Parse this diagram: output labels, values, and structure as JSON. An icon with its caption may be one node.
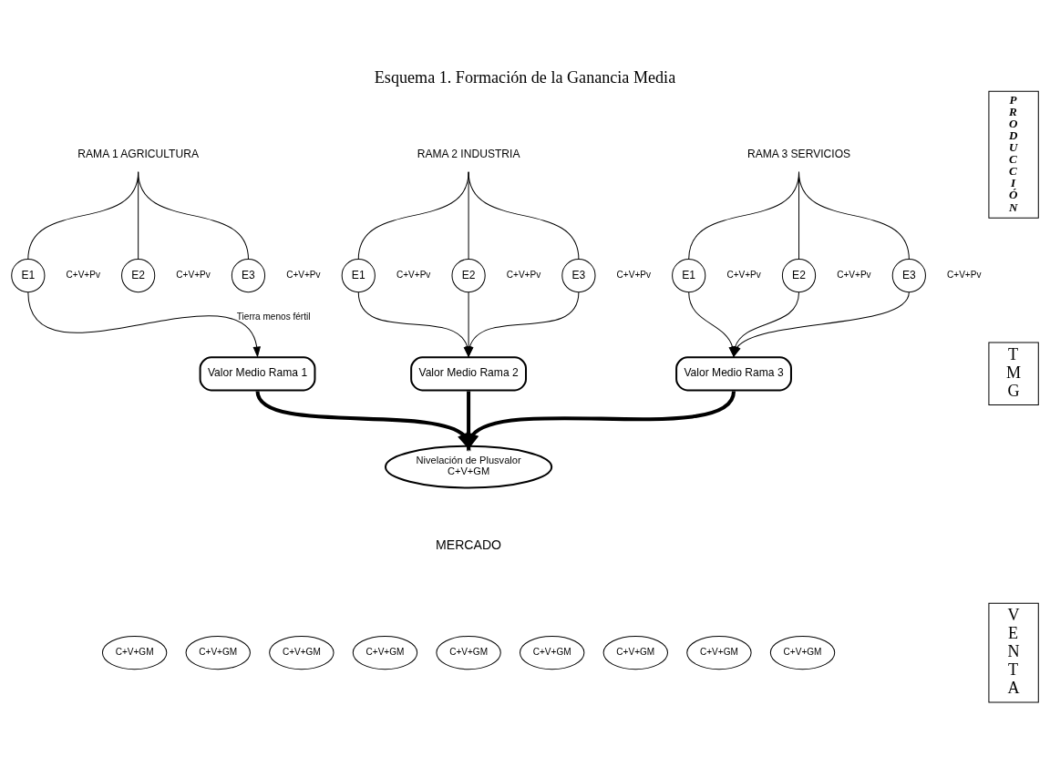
{
  "diagram": {
    "title": "Esquema 1. Formación de la Ganancia Media",
    "nodes": [
      {
        "text": [
          "RAMA 1 AGRICULTURA"
        ]
      },
      {
        "text": [
          "E1"
        ],
        "beside": [
          "C+V+Pv"
        ]
      },
      {
        "text": [
          "E2"
        ],
        "beside": [
          "C+V+Pv"
        ]
      },
      {
        "text": [
          "E3"
        ],
        "beside": [
          "C+V+Pv"
        ]
      },
      {
        "text": [
          "RAMA 2 INDUSTRIA"
        ]
      },
      {
        "text": [
          "E1"
        ],
        "beside": [
          "C+V+Pv"
        ]
      },
      {
        "text": [
          "E2"
        ],
        "beside": [
          "C+V+Pv"
        ]
      },
      {
        "text": [
          "E3"
        ],
        "beside": [
          "C+V+Pv"
        ]
      },
      {
        "text": [
          "RAMA 3 SERVICIOS"
        ]
      },
      {
        "text": [
          "E1"
        ],
        "beside": [
          "C+V+Pv"
        ]
      },
      {
        "text": [
          "E2"
        ],
        "beside": [
          "C+V+Pv"
        ]
      },
      {
        "text": [
          "E3"
        ],
        "beside": [
          "C+V+Pv"
        ]
      },
      {
        "text": [
          "Valor Medio Rama 1"
        ]
      },
      {
        "text": [
          "Valor Medio Rama 2"
        ]
      },
      {
        "text": [
          "Valor Medio Rama 3"
        ]
      },
      {
        "text": [
          "Nivelación de Plusvalor",
          "C+V+GM"
        ]
      },
      {
        "text": [
          "PRODUCCIÓN"
        ]
      },
      {
        "text": [
          "TMG"
        ]
      },
      {
        "text": [
          "VENTA"
        ]
      },
      {
        "text": [
          "C+V+GM"
        ]
      },
      {
        "text": [
          "C+V+GM"
        ]
      },
      {
        "text": [
          "C+V+GM"
        ]
      },
      {
        "text": [
          "C+V+GM"
        ]
      },
      {
        "text": [
          "C+V+GM"
        ]
      },
      {
        "text": [
          "C+V+GM"
        ]
      },
      {
        "text": [
          "C+V+GM"
        ]
      },
      {
        "text": [
          "C+V+GM"
        ]
      },
      {
        "text": [
          "C+V+GM"
        ]
      }
    ],
    "edges": [
      {
        "from": 0,
        "to": 1,
        "arrow": "none"
      },
      {
        "from": 0,
        "to": 2,
        "arrow": "none"
      },
      {
        "from": 0,
        "to": 3,
        "arrow": "none"
      },
      {
        "from": 4,
        "to": 5,
        "arrow": "none"
      },
      {
        "from": 4,
        "to": 6,
        "arrow": "none"
      },
      {
        "from": 4,
        "to": 7,
        "arrow": "none"
      },
      {
        "from": 8,
        "to": 9,
        "arrow": "none"
      },
      {
        "from": 8,
        "to": 10,
        "arrow": "none"
      },
      {
        "from": 8,
        "to": 11,
        "arrow": "none"
      },
      {
        "from": 1,
        "to": 12,
        "arrow": "to",
        "label": "Tierra menos fértil"
      },
      {
        "from": 5,
        "to": 13,
        "arrow": "to"
      },
      {
        "from": 6,
        "to": 13,
        "arrow": "to"
      },
      {
        "from": 7,
        "to": 13,
        "arrow": "to"
      },
      {
        "from": 9,
        "to": 14,
        "arrow": "to"
      },
      {
        "from": 10,
        "to": 14,
        "arrow": "to"
      },
      {
        "from": 11,
        "to": 14,
        "arrow": "to"
      },
      {
        "from": 12,
        "to": 15,
        "arrow": "to",
        "style": "thick"
      },
      {
        "from": 13,
        "to": 15,
        "arrow": "to",
        "style": "thick"
      },
      {
        "from": 14,
        "to": 15,
        "arrow": "to",
        "style": "thick"
      }
    ],
    "labels": [
      "MERCADO"
    ]
  }
}
